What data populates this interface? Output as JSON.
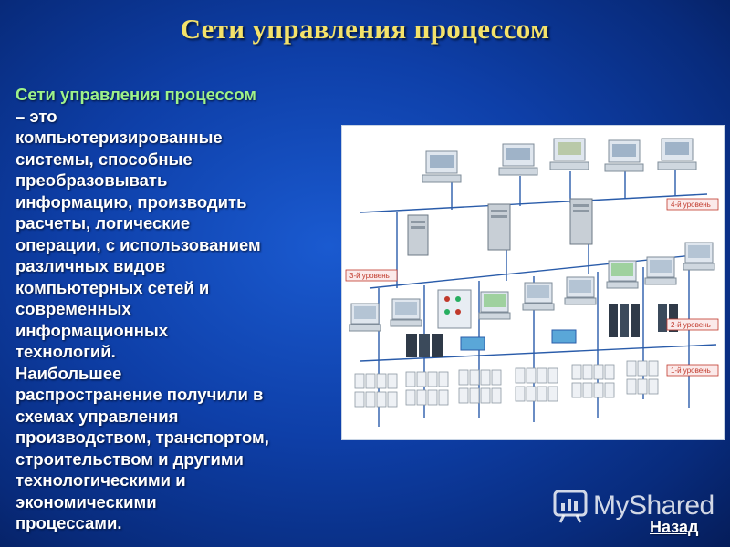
{
  "slide": {
    "title": "Сети управления процессом",
    "body_lead": "Сети управления процессом",
    "body_lines": [
      "– это",
      "компьютеризированные",
      "системы, способные",
      "преобразовывать",
      "информацию, производить",
      "расчеты, логические",
      "операции, с использованием",
      "различных видов",
      "компьютерных сетей и",
      "современных",
      "информационных",
      "технологий.",
      "Наибольшее",
      "распространение получили в",
      "схемах управления",
      "производством, транспортом,",
      "строительством и другими",
      "технологическими и",
      "экономическими",
      "процессами."
    ],
    "back_label": "Назад",
    "watermark_text": "MyShared"
  },
  "diagram": {
    "image_label": "network-diagram",
    "level_labels": [
      "4-й уровень",
      "3-й уровень",
      "2-й уровень",
      "1-й уровень"
    ],
    "accent_color": "#c0392b",
    "line_color": "#2a5caa"
  }
}
